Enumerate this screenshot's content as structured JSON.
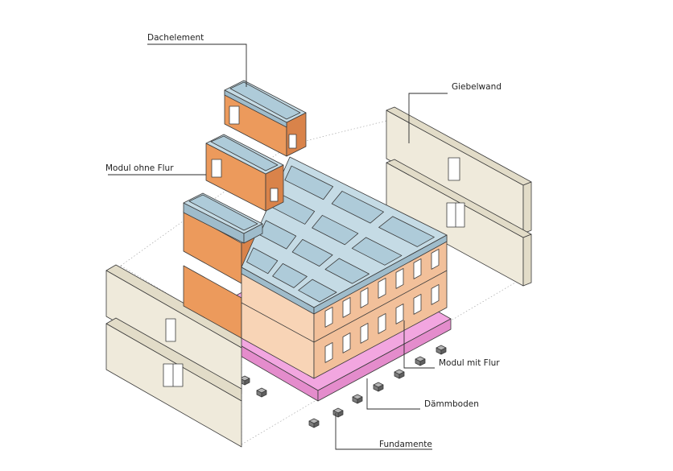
{
  "labels": {
    "dachelement": "Dachelement",
    "giebelwand": "Giebelwand",
    "modul_ohne_flur": "Modul ohne Flur",
    "modul_mit_flur": "Modul mit Flur",
    "daemmboden": "Dämmboden",
    "fundamente": "Fundamente"
  },
  "colors": {
    "roof_top": "#c5dbe5",
    "roof_inner": "#aecbd9",
    "roof_side": "#9fbccb",
    "module_orange_light": "#f3b27e",
    "module_orange": "#ec9a5c",
    "module_orange_dark": "#d9834a",
    "building_left": "#f8d4b6",
    "building_right": "#f2c09a",
    "gable_light": "#efeadb",
    "gable_dark": "#e2dcc8",
    "floor_pink": "#f2a6e0",
    "foundation": "#8a8a8a"
  }
}
